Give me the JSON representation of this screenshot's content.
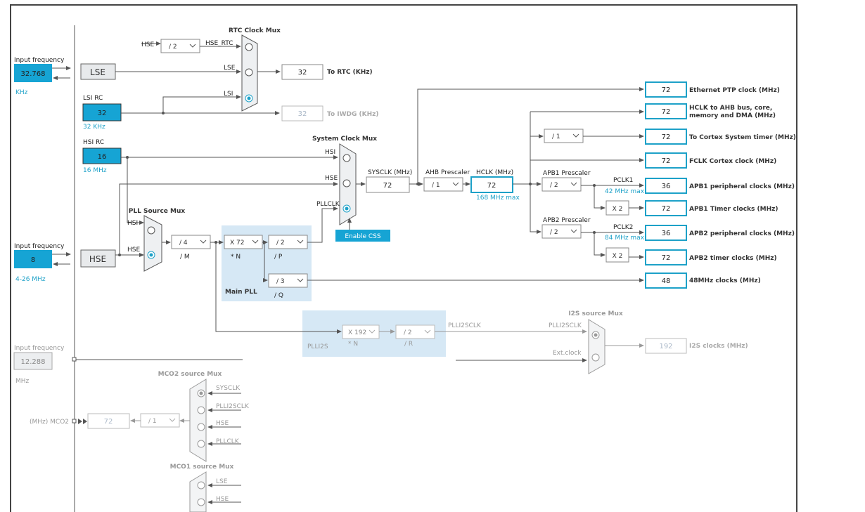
{
  "inputs": {
    "lse": {
      "label": "Input frequency",
      "value": "32.768",
      "unit": "KHz",
      "name": "LSE"
    },
    "lsi": {
      "label": "LSI RC",
      "value": "32",
      "unit": "32 KHz"
    },
    "hsi": {
      "label": "HSI RC",
      "value": "16",
      "unit": "16 MHz"
    },
    "hse": {
      "label": "Input frequency",
      "value": "8",
      "unit": "4-26 MHz",
      "name": "HSE"
    },
    "ext": {
      "label": "Input frequency",
      "value": "12.288",
      "unit": "MHz"
    }
  },
  "rtc": {
    "title": "RTC Clock Mux",
    "hse_div": "/ 2",
    "hse_label": "HSE",
    "hse_rtc_label": "HSE_RTC",
    "in_lse": "LSE",
    "in_lsi": "LSI",
    "rtc_value": "32",
    "rtc_label": "To RTC (KHz)",
    "iwdg_value": "32",
    "iwdg_label": "To IWDG (KHz)"
  },
  "pll": {
    "source_title": "PLL Source Mux",
    "in_hsi": "HSI",
    "in_hse": "HSE",
    "m_value": "/ 4",
    "m_label": "/ M",
    "n_value": "X 72",
    "n_label": "* N",
    "p_value": "/ 2",
    "p_label": "/ P",
    "q_value": "/ 3",
    "q_label": "/ Q",
    "main_label": "Main PLL"
  },
  "sysmux": {
    "title": "System Clock Mux",
    "in_hsi": "HSI",
    "in_hse": "HSE",
    "in_pllclk": "PLLCLK",
    "css_label": "Enable CSS",
    "sysclk_label": "SYSCLK (MHz)",
    "sysclk_value": "72"
  },
  "ahb": {
    "title": "AHB Prescaler",
    "value": "/ 1",
    "hclk_label": "HCLK (MHz)",
    "hclk_value": "72",
    "hclk_max": "168 MHz max"
  },
  "apb1": {
    "title": "APB1 Prescaler",
    "value": "/ 2",
    "pclk_label": "PCLK1",
    "pclk_max": "42 MHz max",
    "timer_mult": "X 2"
  },
  "apb2": {
    "title": "APB2 Prescaler",
    "value": "/ 2",
    "pclk_label": "PCLK2",
    "pclk_max": "84 MHz max",
    "timer_mult": "X 2"
  },
  "cortex_div": "/ 1",
  "outputs": [
    {
      "value": "72",
      "label": "Ethernet PTP clock (MHz)"
    },
    {
      "value": "72",
      "label": "HCLK to AHB bus, core,",
      "label2": "memory and DMA (MHz)"
    },
    {
      "value": "72",
      "label": "To Cortex System timer (MHz)"
    },
    {
      "value": "72",
      "label": "FCLK Cortex clock (MHz)"
    },
    {
      "value": "36",
      "label": "APB1 peripheral clocks (MHz)"
    },
    {
      "value": "72",
      "label": "APB1 Timer clocks (MHz)"
    },
    {
      "value": "36",
      "label": "APB2 peripheral clocks (MHz)"
    },
    {
      "value": "72",
      "label": "APB2 timer clocks (MHz)"
    },
    {
      "value": "48",
      "label": "48MHz clocks (MHz)"
    }
  ],
  "plli2s": {
    "n_value": "X 192",
    "n_label": "* N",
    "r_value": "/ 2",
    "r_label": "/ R",
    "box_label": "PLLI2S",
    "clk_label": "PLLI2SCLK",
    "mux_title": "I2S source Mux",
    "mux_in1": "PLLI2SCLK",
    "mux_in2": "Ext.clock",
    "out_value": "192",
    "out_label": "I2S clocks (MHz)"
  },
  "mco2": {
    "title": "MCO2 source Mux",
    "in1": "SYSCLK",
    "in2": "PLLI2SCLK",
    "in3": "HSE",
    "in4": "PLLCLK",
    "div": "/ 1",
    "value": "72",
    "label": "(MHz) MCO2"
  },
  "mco1": {
    "title": "MCO1 source Mux",
    "in1": "LSE",
    "in2": "HSE"
  },
  "colors": {
    "accent": "#1da1c8",
    "input_fill": "#16a4d4",
    "pll_region": "#d6e8f5",
    "line": "#555555"
  }
}
